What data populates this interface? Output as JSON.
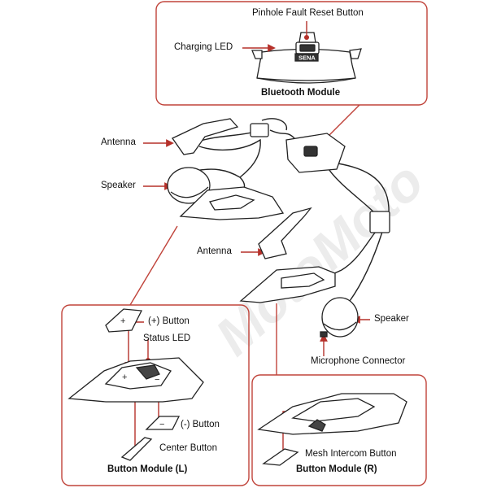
{
  "watermark": "MotoMoto",
  "labels": {
    "pinhole": "Pinhole Fault Reset Button",
    "charging_led": "Charging LED",
    "bluetooth_module": "Bluetooth Module",
    "antenna_top": "Antenna",
    "speaker_left": "Speaker",
    "antenna_mid": "Antenna",
    "speaker_right": "Speaker",
    "microphone_connector": "Microphone Connector",
    "plus_button": "(+) Button",
    "status_led": "Status LED",
    "minus_button": "(-) Button",
    "center_button": "Center Button",
    "button_module_l": "Button Module (L)",
    "mesh_intercom": "Mesh Intercom Button",
    "button_module_r": "Button Module (R)"
  },
  "brand_on_module": "SENA",
  "colors": {
    "accent": "#b5312a",
    "frame": "#c0433a",
    "line": "#222222"
  }
}
